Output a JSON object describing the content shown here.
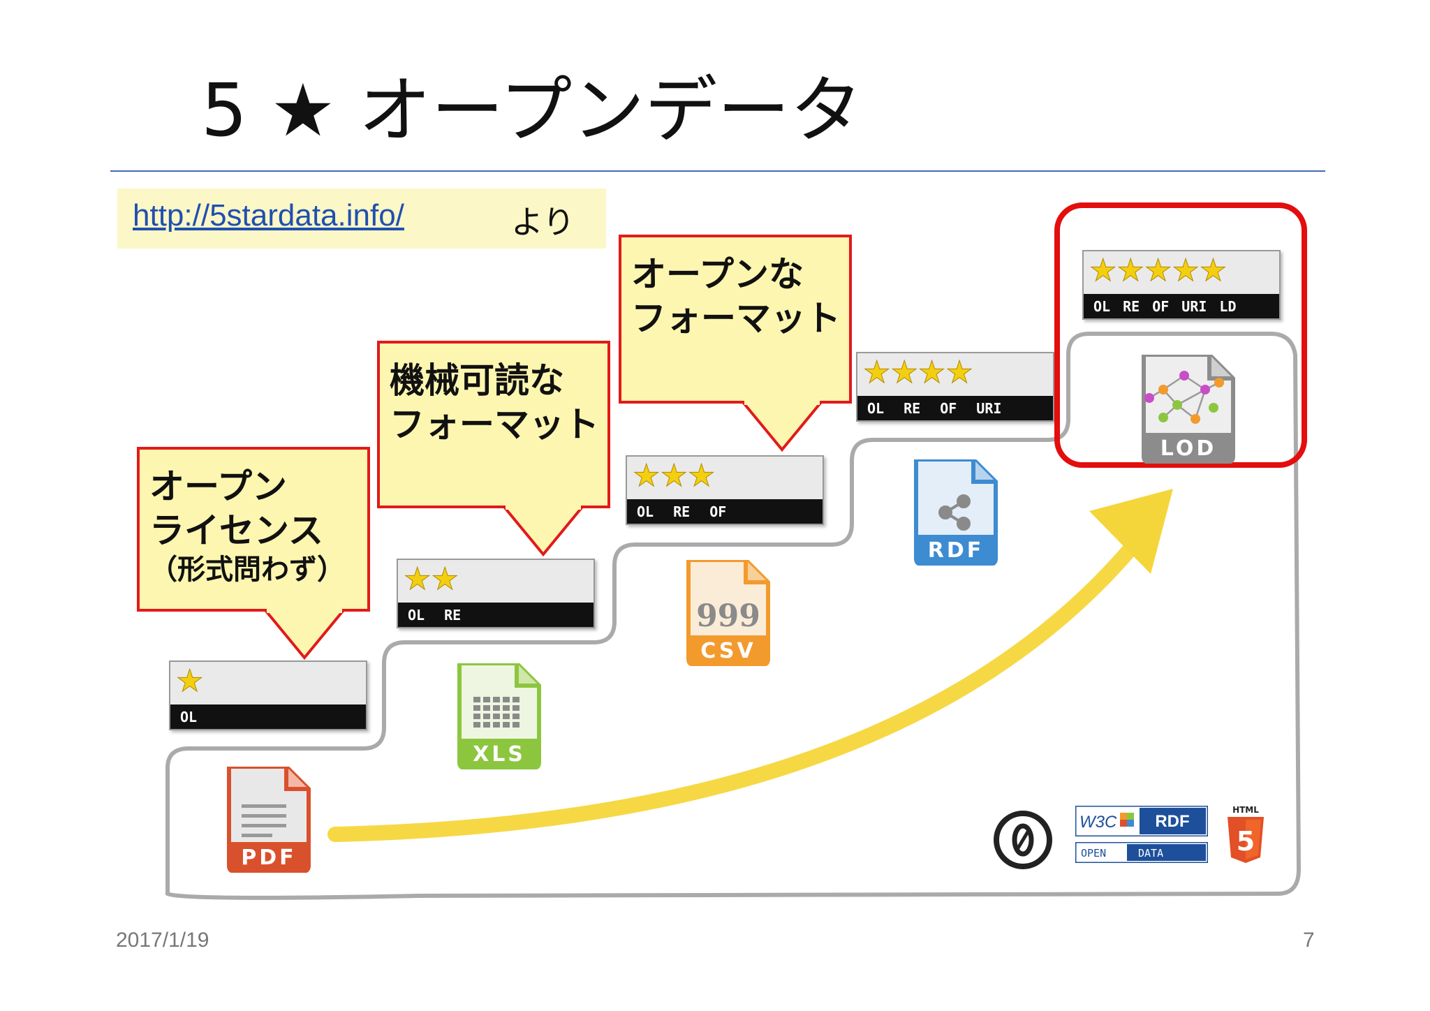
{
  "slide": {
    "title": "5 ★ オープンデータ",
    "source_link": "http://5stardata.info/",
    "source_suffix": "より",
    "date": "2017/1/19",
    "page_number": "7"
  },
  "callouts": {
    "c1": {
      "line1": "オープン",
      "line2": "ライセンス",
      "line3": "（形式問わず）"
    },
    "c2": {
      "line1": "機械可読な",
      "line2": "フォーマット"
    },
    "c3": {
      "line1": "オープンな",
      "line2": "フォーマット"
    }
  },
  "badges": {
    "b1": {
      "stars": "★",
      "labels": [
        "OL"
      ]
    },
    "b2": {
      "stars": "★★",
      "labels": [
        "OL",
        "RE"
      ]
    },
    "b3": {
      "stars": "★★★",
      "labels": [
        "OL",
        "RE",
        "OF"
      ]
    },
    "b4": {
      "stars": "★★★★",
      "labels": [
        "OL",
        "RE",
        "OF",
        "URI"
      ]
    },
    "b5": {
      "stars": "★★★★★",
      "labels": [
        "OL",
        "RE",
        "OF",
        "URI",
        "LD"
      ]
    }
  },
  "file_icons": {
    "pdf": "PDF",
    "xls": "XLS",
    "csv": "CSV",
    "rdf": "RDF",
    "lod": "LOD"
  },
  "logos": {
    "w3c": "W3C",
    "rdf": "RDF",
    "open": "OPEN",
    "data": "DATA",
    "html": "HTML",
    "html_number": "5"
  },
  "colors": {
    "accent_red": "#e21a1a",
    "callout_fill": "#fdf6b0",
    "rule_blue": "#3f6bb5",
    "star_yellow": "#f3cf10",
    "pdf": "#d9512c",
    "xls": "#8cc63f",
    "csv": "#f39a2d",
    "rdf": "#3d8bd1",
    "lod": "#8c8c8c"
  }
}
